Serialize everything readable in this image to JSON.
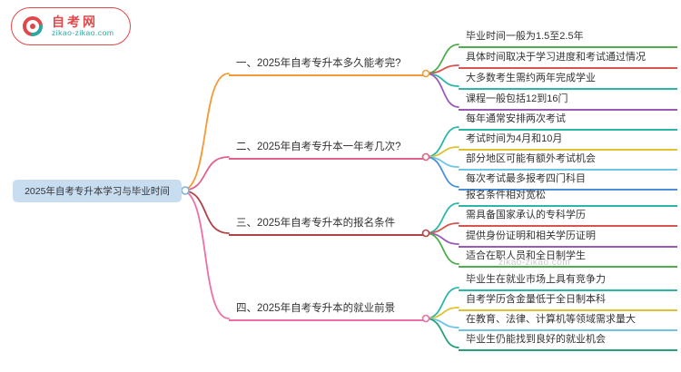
{
  "logo": {
    "site_name": "自考网",
    "site_url": "zikao-zikao.com",
    "brand_red": "#e0484a",
    "brand_teal": "#2ba8a0"
  },
  "watermark": "zikao-zikao.com",
  "root": {
    "label": "2025年自考专升本学习与毕业时间",
    "bg": "#c9ddf0",
    "dot_color": "#7fb0d8"
  },
  "branches": [
    {
      "label": "一、2025年自考专升本多久能考完?",
      "color": "#f29b38",
      "leaves": [
        {
          "label": "毕业时间一般为1.5至2.5年",
          "color": "#4cae4c"
        },
        {
          "label": "具体时间取决于学习进度和考试通过情况",
          "color": "#d9534f"
        },
        {
          "label": "大多数考生需约两年完成学业",
          "color": "#2ab7a9"
        },
        {
          "label": "课程一般包括12到16门",
          "color": "#9a59b5"
        }
      ]
    },
    {
      "label": "二、2025年自考专升本一年考几次?",
      "color": "#e2618b",
      "leaves": [
        {
          "label": "每年通常安排两次考试",
          "color": "#2ab7a9"
        },
        {
          "label": "考试时间为4月和10月",
          "color": "#dfc22e"
        },
        {
          "label": "部分地区可能有额外考试机会",
          "color": "#6ec6e4"
        },
        {
          "label": "每次考试最多报考四门科目",
          "color": "#4a90d9"
        }
      ]
    },
    {
      "label": "三、2025年自考专升本的报名条件",
      "color": "#b04347",
      "leaves": [
        {
          "label": "报名条件相对宽松",
          "color": "#2ab7a9"
        },
        {
          "label": "需具备国家承认的专科学历",
          "color": "#d9534f"
        },
        {
          "label": "提供身份证明和相关学历证明",
          "color": "#9a59b5"
        },
        {
          "label": "适合在职人员和全日制学生",
          "color": "#4cae4c"
        }
      ]
    },
    {
      "label": "四、2025年自考专升本的就业前景",
      "color": "#ee6fa5",
      "leaves": [
        {
          "label": "毕业生在就业市场上具有竞争力",
          "color": "#2ab7a9"
        },
        {
          "label": "自考学历含金量低于全日制本科",
          "color": "#dfc22e"
        },
        {
          "label": "在教育、法律、计算机等领域需求量大",
          "color": "#6ec6e4"
        },
        {
          "label": "毕业生仍能找到良好的就业机会",
          "color": "#27a17c"
        }
      ]
    }
  ]
}
